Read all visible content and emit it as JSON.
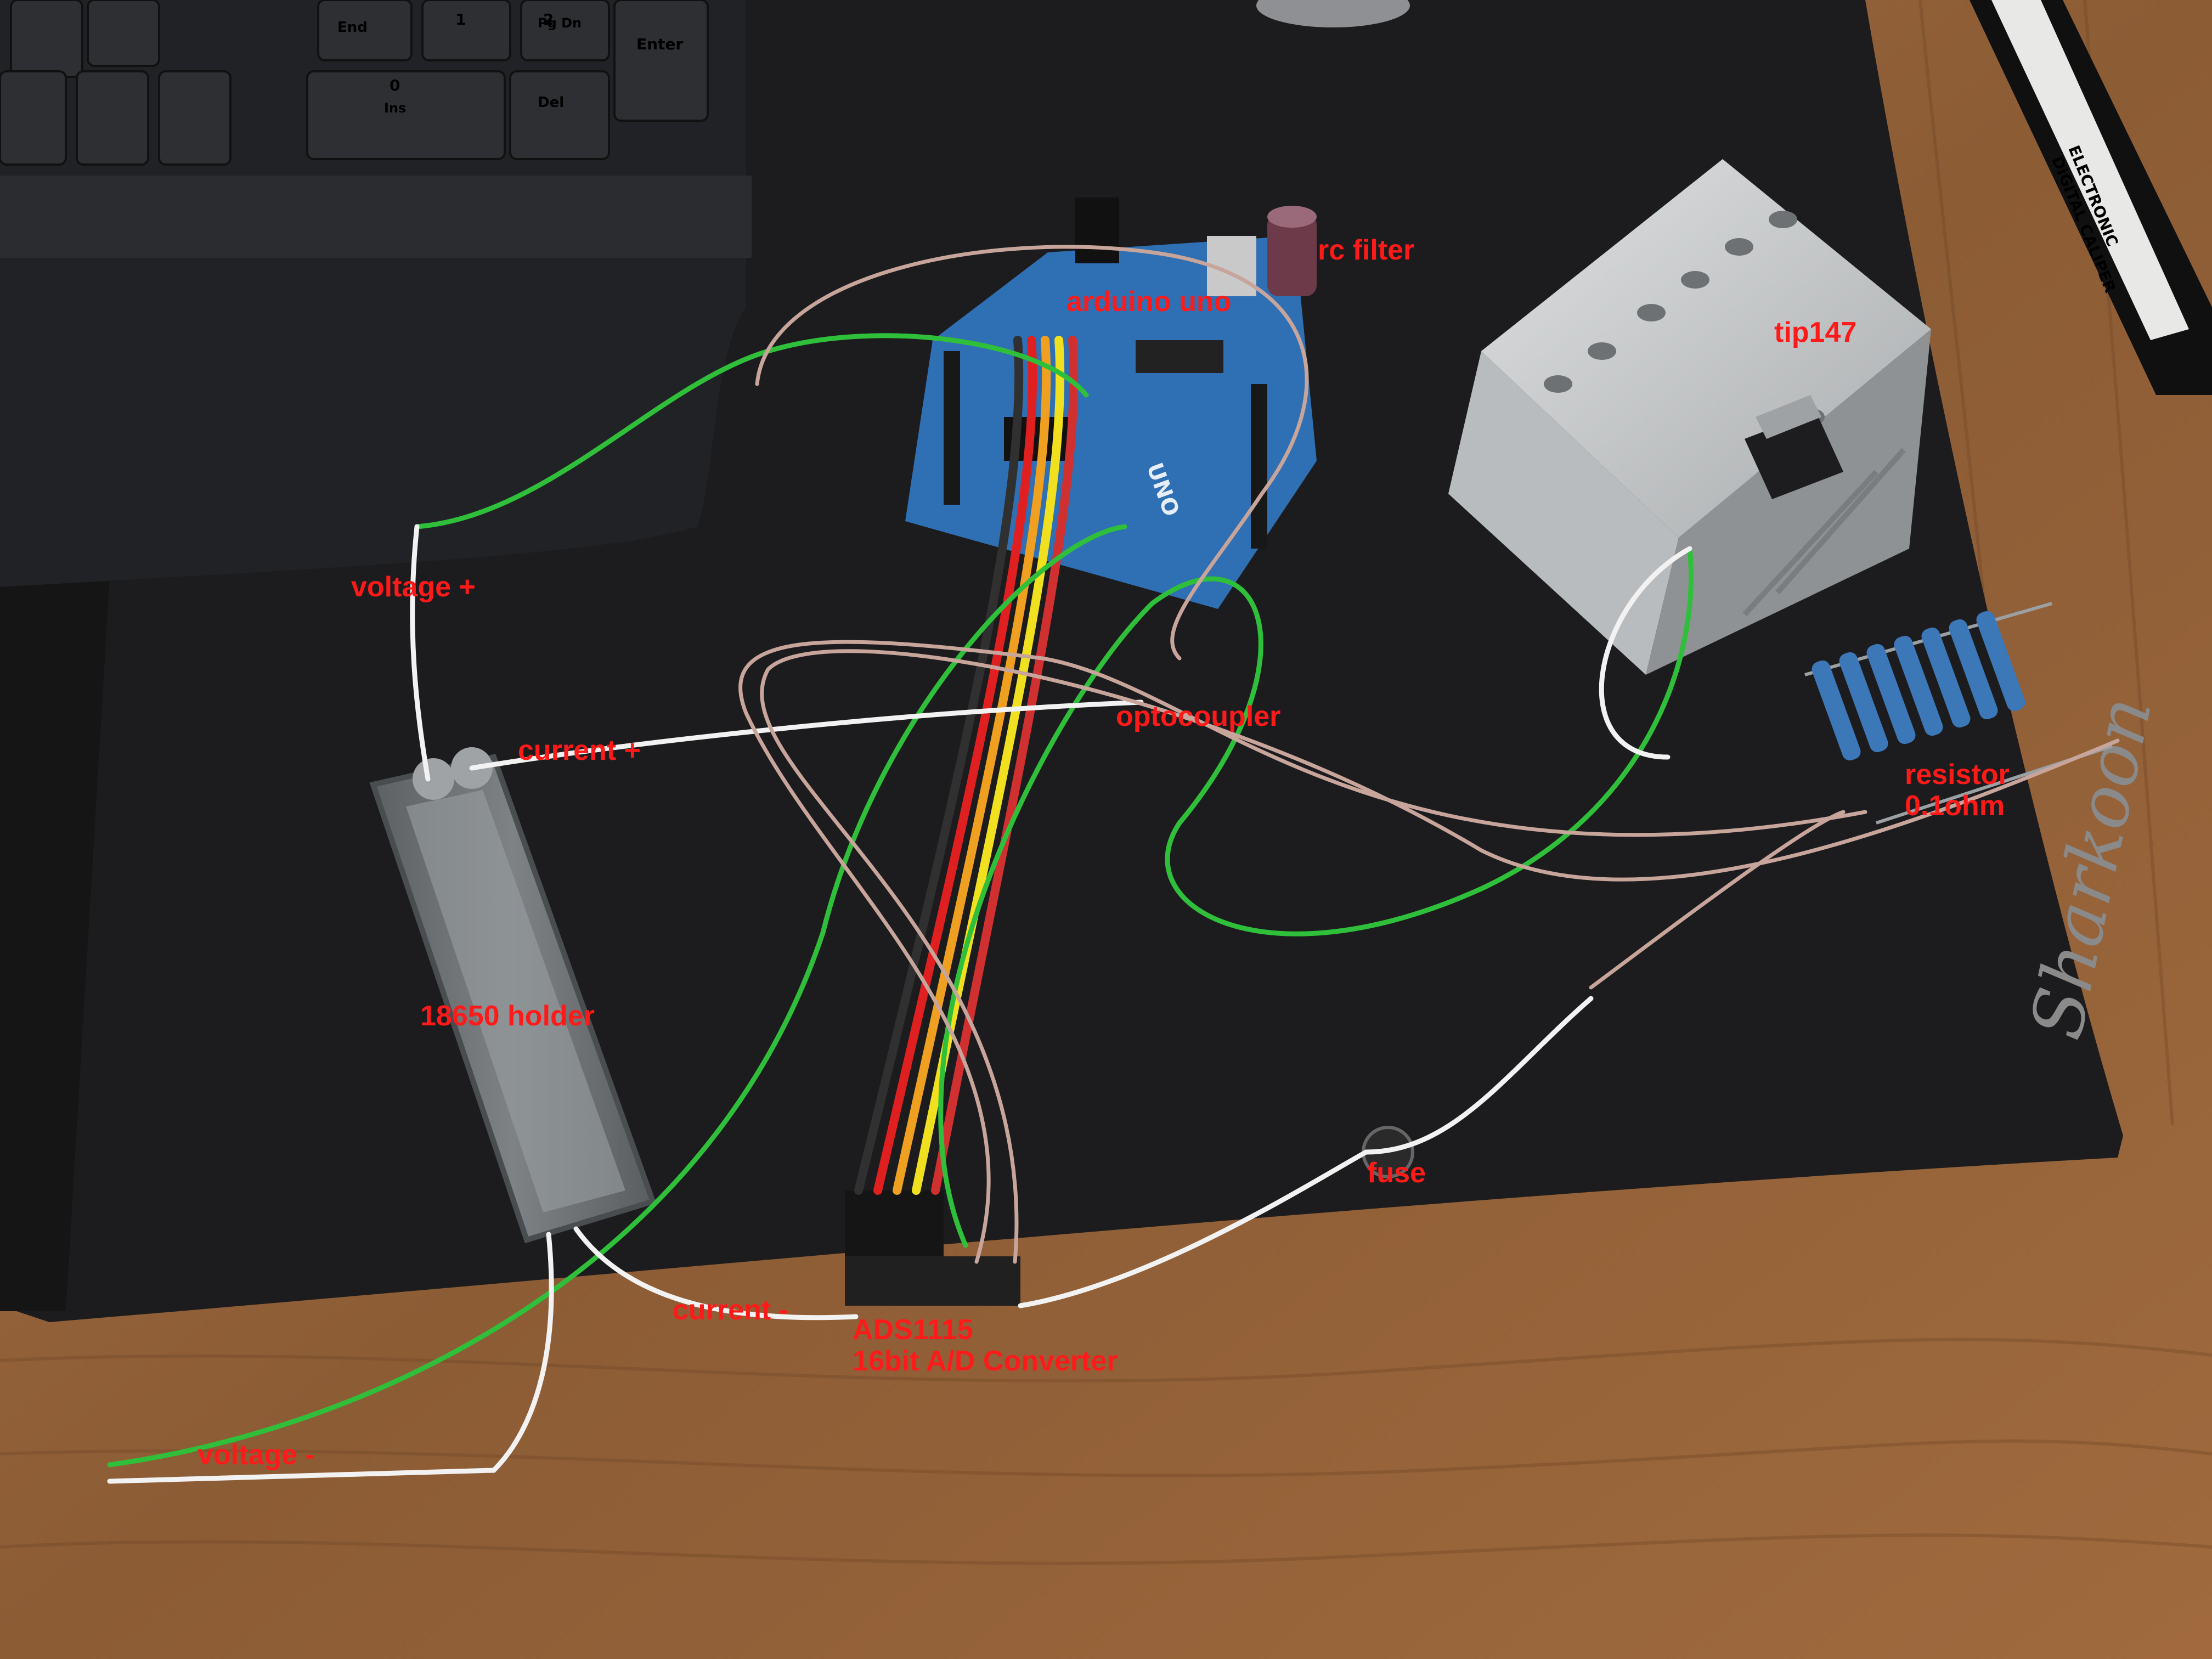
{
  "keyboard_keys": [
    "End",
    "1",
    "2",
    "Pg Dn",
    "Enter",
    "0",
    "Ins",
    "Del"
  ],
  "caliper_text": [
    "ELECTRONIC",
    "DIGITAL CALIPER"
  ],
  "mat_brand": "Sharkoon",
  "board_text": "UNO",
  "labels": {
    "rc_filter": "rc filter",
    "arduino_uno": "arduino uno",
    "tip147": "tip147",
    "voltage_plus": "voltage +",
    "current_plus": "current +",
    "optocoupler": "optocoupler",
    "resistor_line1": "resistor",
    "resistor_line2": "0.1ohm",
    "holder": "18650 holder",
    "fuse": "fuse",
    "current_minus": "current -",
    "ads_line1": "ADS1115",
    "ads_line2": "16bit A/D Converter",
    "voltage_minus": "voltage -"
  },
  "colors": {
    "label_red": "#ff1a1a",
    "desk_wood": "#9a6a40",
    "mat_black": "#1c1c1e",
    "board_blue": "#2f6fb3",
    "heatsink_silver": "#c9cbcc",
    "holder_grey": "#6d7174",
    "wire_green": "#2fbf3a",
    "wire_white": "#f2f2f2",
    "wire_pink": "#c8a59b",
    "ribbon": [
      "#e02020",
      "#f0a020",
      "#f0e020",
      "#d03030",
      "#303030",
      "#a0a0a0"
    ]
  }
}
